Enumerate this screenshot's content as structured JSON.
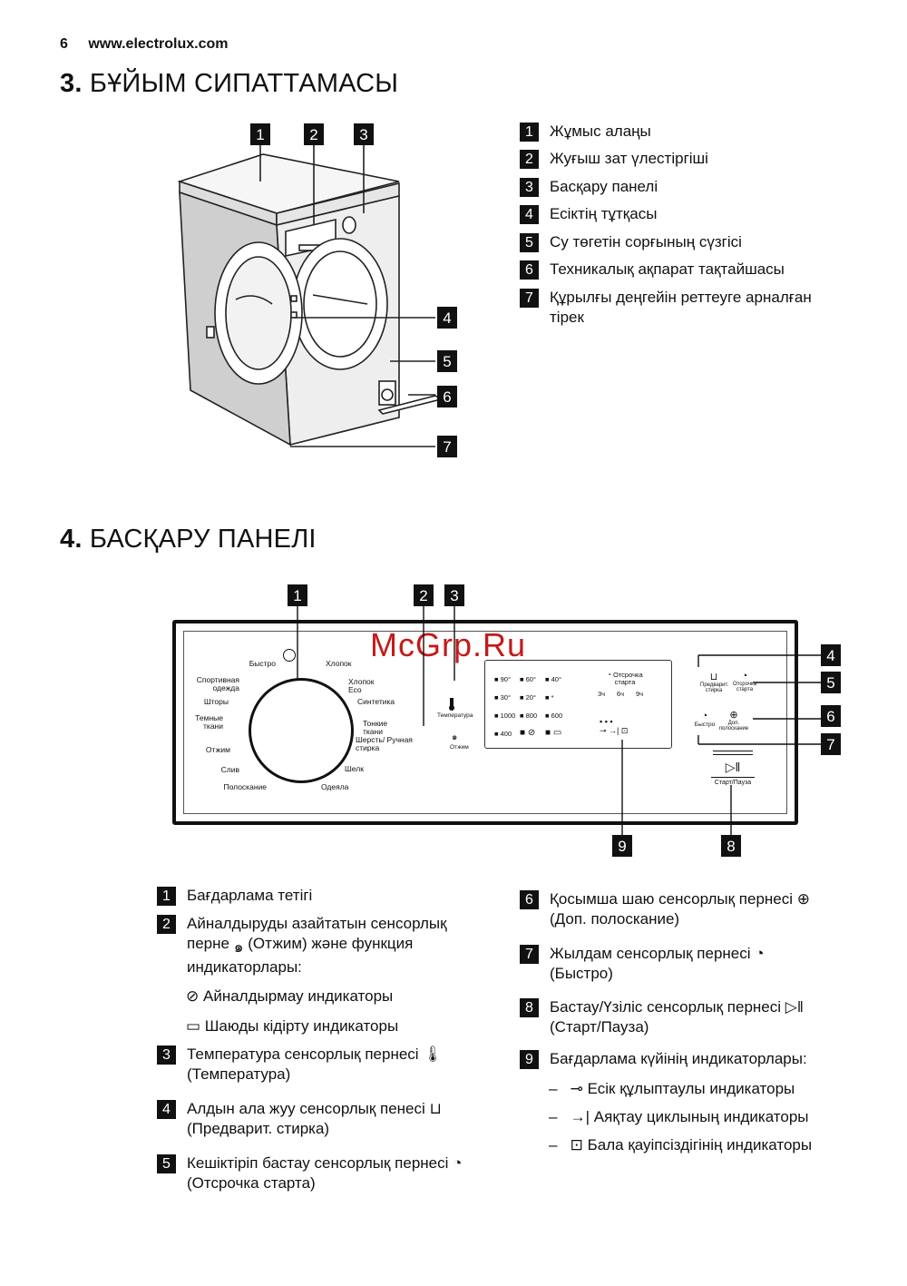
{
  "header": {
    "page_number": "6",
    "site": "www.electrolux.com"
  },
  "section3": {
    "number": "3.",
    "title": "БҰЙЫМ СИПАТТАМАСЫ",
    "items": [
      {
        "n": "1",
        "text": "Жұмыс алаңы"
      },
      {
        "n": "2",
        "text": "Жуғыш зат үлестіргіші"
      },
      {
        "n": "3",
        "text": "Басқару панелі"
      },
      {
        "n": "4",
        "text": "Есіктің тұтқасы"
      },
      {
        "n": "5",
        "text": "Су төгетін сорғының сүзгісі"
      },
      {
        "n": "6",
        "text": "Техникалық ақпарат тақтайшасы"
      },
      {
        "n": "7",
        "text": "Құрылғы деңгейін реттеуге арналған тірек"
      }
    ]
  },
  "section4": {
    "number": "4.",
    "title": "БАСҚАРУ ПАНЕЛІ",
    "watermark": "McGrp.Ru",
    "dial": {
      "left_labels": [
        "Быстро",
        "Спортивная одежда",
        "Шторы",
        "Темные ткани",
        "Отжим",
        "Слив",
        "Полоскание"
      ],
      "right_labels": [
        "Хлопок",
        "Хлопок Eco",
        "Синтетика",
        "Тонкие ткани",
        "Шерсть/ Ручная стирка",
        "Шелк",
        "Одеяла"
      ]
    },
    "panel": {
      "temperature_label": "Температура",
      "spin_label": "Отжим",
      "temps": [
        "90°",
        "60°",
        "40°",
        "30°",
        "20°",
        "*"
      ],
      "spins": [
        "1000",
        "800",
        "600",
        "400"
      ],
      "delay_title": "Отсрочка старта",
      "delay_hours": [
        "3ч",
        "6ч",
        "9ч"
      ],
      "prewash_label": "Предварит. стирка",
      "delay_button_label": "Отсрочка старта",
      "quick_label": "Быстро",
      "extra_rinse_label": "Доп. полоскание",
      "start_label": "Старт/Пауза"
    },
    "callouts": [
      "1",
      "2",
      "3",
      "4",
      "5",
      "6",
      "7",
      "8",
      "9"
    ],
    "legend_left": [
      {
        "n": "1",
        "text": "Бағдарлама тетігі"
      },
      {
        "n": "2",
        "text": "Айналдыруды азайтатын сенсорлық перне",
        "text2": "(Отжим) және функция индикаторлары:"
      },
      {
        "sub": "Айналдырмау индикаторы"
      },
      {
        "sub": "Шаюды кідірту индикаторы"
      },
      {
        "n": "3",
        "text": "Температура сенсорлық пернесі",
        "text2": "(Температура)"
      },
      {
        "n": "4",
        "text": "Алдын ала жуу сенсорлық пенесі",
        "text2": "(Предварит. стирка)"
      },
      {
        "n": "5",
        "text": "Кешіктіріп бастау сенсорлық пернесі",
        "text2": "(Отсрочка старта)"
      }
    ],
    "legend_right": [
      {
        "n": "6",
        "text": "Қосымша шаю сенсорлық пернесі",
        "text2": "(Доп. полоскание)"
      },
      {
        "n": "7",
        "text": "Жылдам сенсорлық пернесі",
        "text2": "(Быстро)"
      },
      {
        "n": "8",
        "text": "Бастау/Үзіліс сенсорлық пернесі",
        "text2": "(Старт/Пауза)"
      },
      {
        "n": "9",
        "text": "Бағдарлама күйінің индикаторлары:"
      },
      {
        "dash": "–",
        "sub": "Есік құлыптаулы индикаторы"
      },
      {
        "dash": "–",
        "sub": "Аяқтау циклының индикаторы"
      },
      {
        "dash": "–",
        "sub": "Бала қауіпсіздігінің индикаторы"
      }
    ]
  }
}
